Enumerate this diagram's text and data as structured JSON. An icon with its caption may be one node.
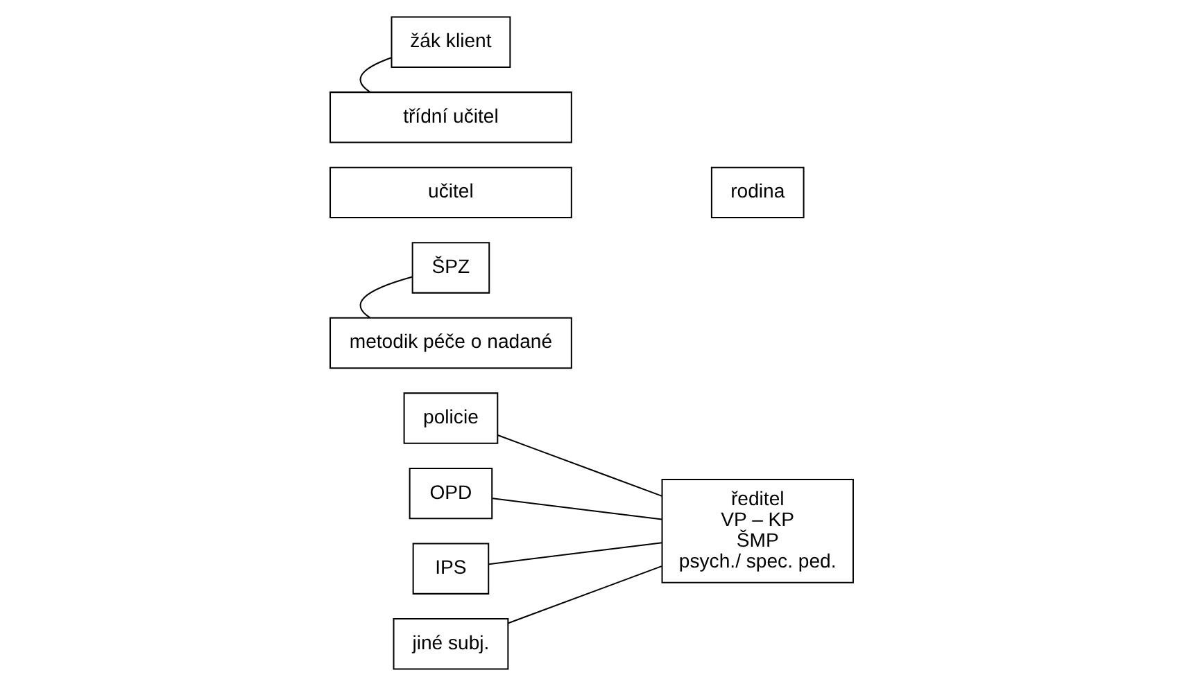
{
  "diagram": {
    "nodes": [
      {
        "text": [
          "policie"
        ]
      },
      {
        "text": [
          "OPD"
        ]
      },
      {
        "text": [
          "IPS"
        ]
      },
      {
        "text": [
          "jiné subj."
        ]
      },
      {
        "text": [
          "ředitel",
          "VP – KP",
          "ŠMP",
          "psych./ spec. ped."
        ]
      },
      {
        "text": [
          "žák klient"
        ]
      },
      {
        "text": [
          "třídní učitel"
        ]
      },
      {
        "text": [
          "učitel"
        ]
      },
      {
        "text": [
          "metodik péče o nadané"
        ]
      },
      {
        "text": [
          "rodina"
        ]
      },
      {
        "text": [
          "ŠPZ"
        ]
      }
    ],
    "edges": [
      {
        "from": 0,
        "to": 4,
        "arrow": "none"
      },
      {
        "from": 1,
        "to": 4,
        "arrow": "none"
      },
      {
        "from": 2,
        "to": 4,
        "arrow": "none"
      },
      {
        "from": 3,
        "to": 4,
        "arrow": "none"
      },
      {
        "from": 5,
        "to": 6,
        "arrow": "none"
      },
      {
        "from": 10,
        "to": 8,
        "arrow": "none"
      }
    ]
  }
}
